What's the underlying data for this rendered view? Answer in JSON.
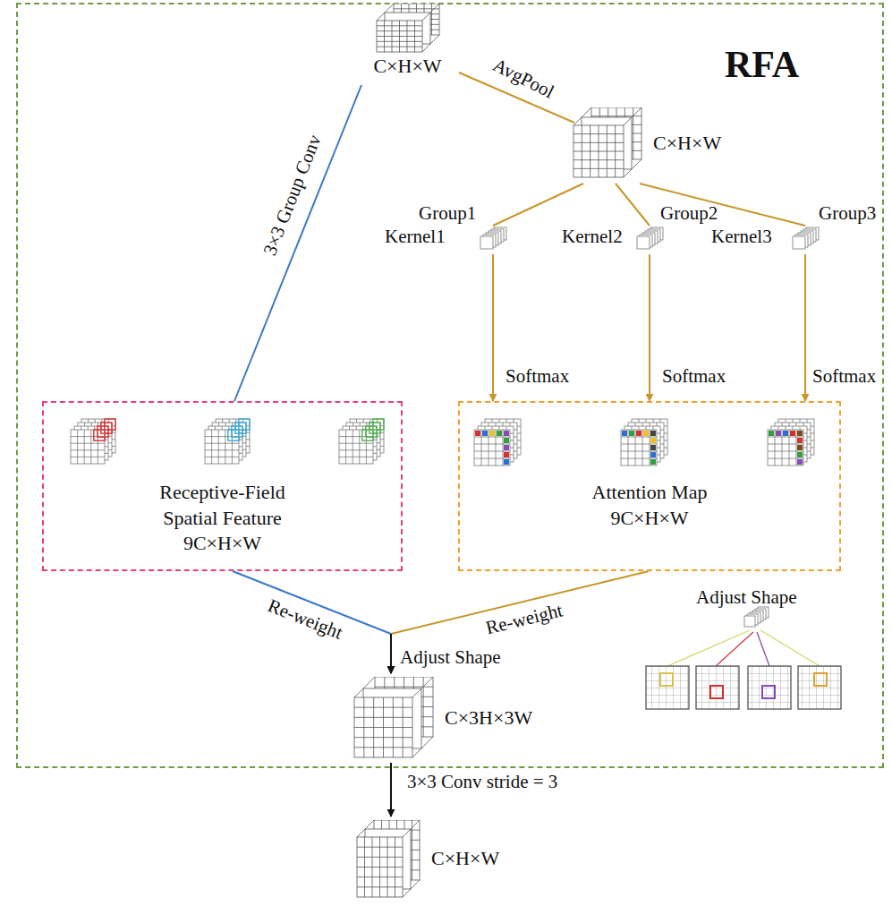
{
  "diagram": {
    "nodes": [
      {
        "text": [
          "RFA"
        ]
      },
      {
        "text": [
          "C×H×W"
        ],
        "in": 0
      },
      {
        "text": [
          "C×H×W"
        ],
        "in": 0
      },
      {
        "text": [
          "Receptive-Field Spatial Feature",
          "9C×H×W"
        ],
        "in": 0
      },
      {
        "text": [
          "Attention Map",
          "9C×H×W"
        ],
        "in": 0
      },
      {
        "text": [
          "C×3H×3W"
        ],
        "in": 0
      },
      {
        "text": [
          "C×H×W"
        ]
      }
    ],
    "edges": [
      {
        "from": 1,
        "to": 3,
        "label": "3×3 Group Conv",
        "arrow": "none"
      },
      {
        "from": 1,
        "to": 2,
        "label": "AvgPool",
        "arrow": "none"
      },
      {
        "from": 2,
        "to": 4,
        "arrow": "to"
      },
      {
        "from": 2,
        "to": 4,
        "arrow": "to"
      },
      {
        "from": 2,
        "to": 4,
        "arrow": "to"
      },
      {
        "from": 3,
        "to": 5,
        "label": "Re-weight",
        "arrow": "to"
      },
      {
        "from": 4,
        "to": 5,
        "label": "Re-weight",
        "arrow": "to"
      },
      {
        "from": 5,
        "to": 6,
        "label": "3×3 Conv stride = 3",
        "arrow": "to"
      }
    ],
    "labels": [
      "Group1",
      "Kernel1",
      "Softmax",
      "Group2",
      "Kernel2",
      "Softmax",
      "Group3",
      "Kernel3",
      "Softmax",
      "Adjust Shape",
      "Adjust Shape"
    ]
  }
}
